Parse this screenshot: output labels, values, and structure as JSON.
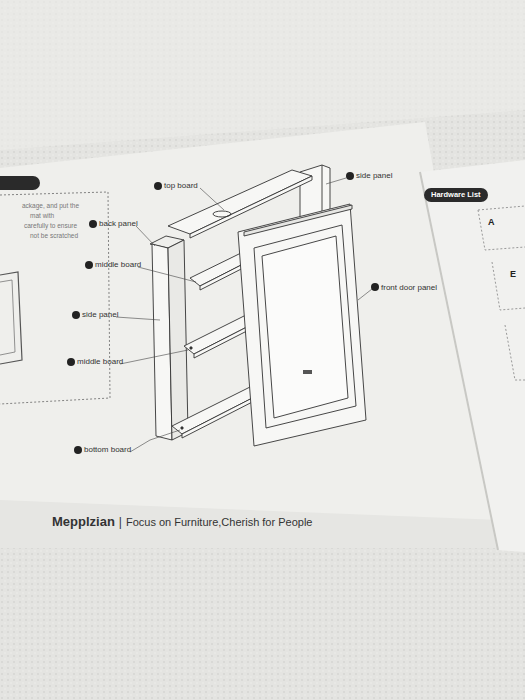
{
  "diagram": {
    "nodes": [
      {
        "text": [
          "Hardware List"
        ]
      },
      {
        "text": [
          "A"
        ],
        "in": 0
      },
      {
        "text": [
          "E"
        ],
        "in": 0
      }
    ],
    "labels": [
      "top board",
      "side panel",
      "back panel",
      "middle board",
      "front door panel",
      "side panel",
      "middle board",
      "bottom board",
      "Mepplzian",
      "|",
      "Focus on Furniture,Cherish for People",
      "ackage, and put the",
      "mat with",
      "carefully to ensure",
      "not be scratched"
    ]
  }
}
